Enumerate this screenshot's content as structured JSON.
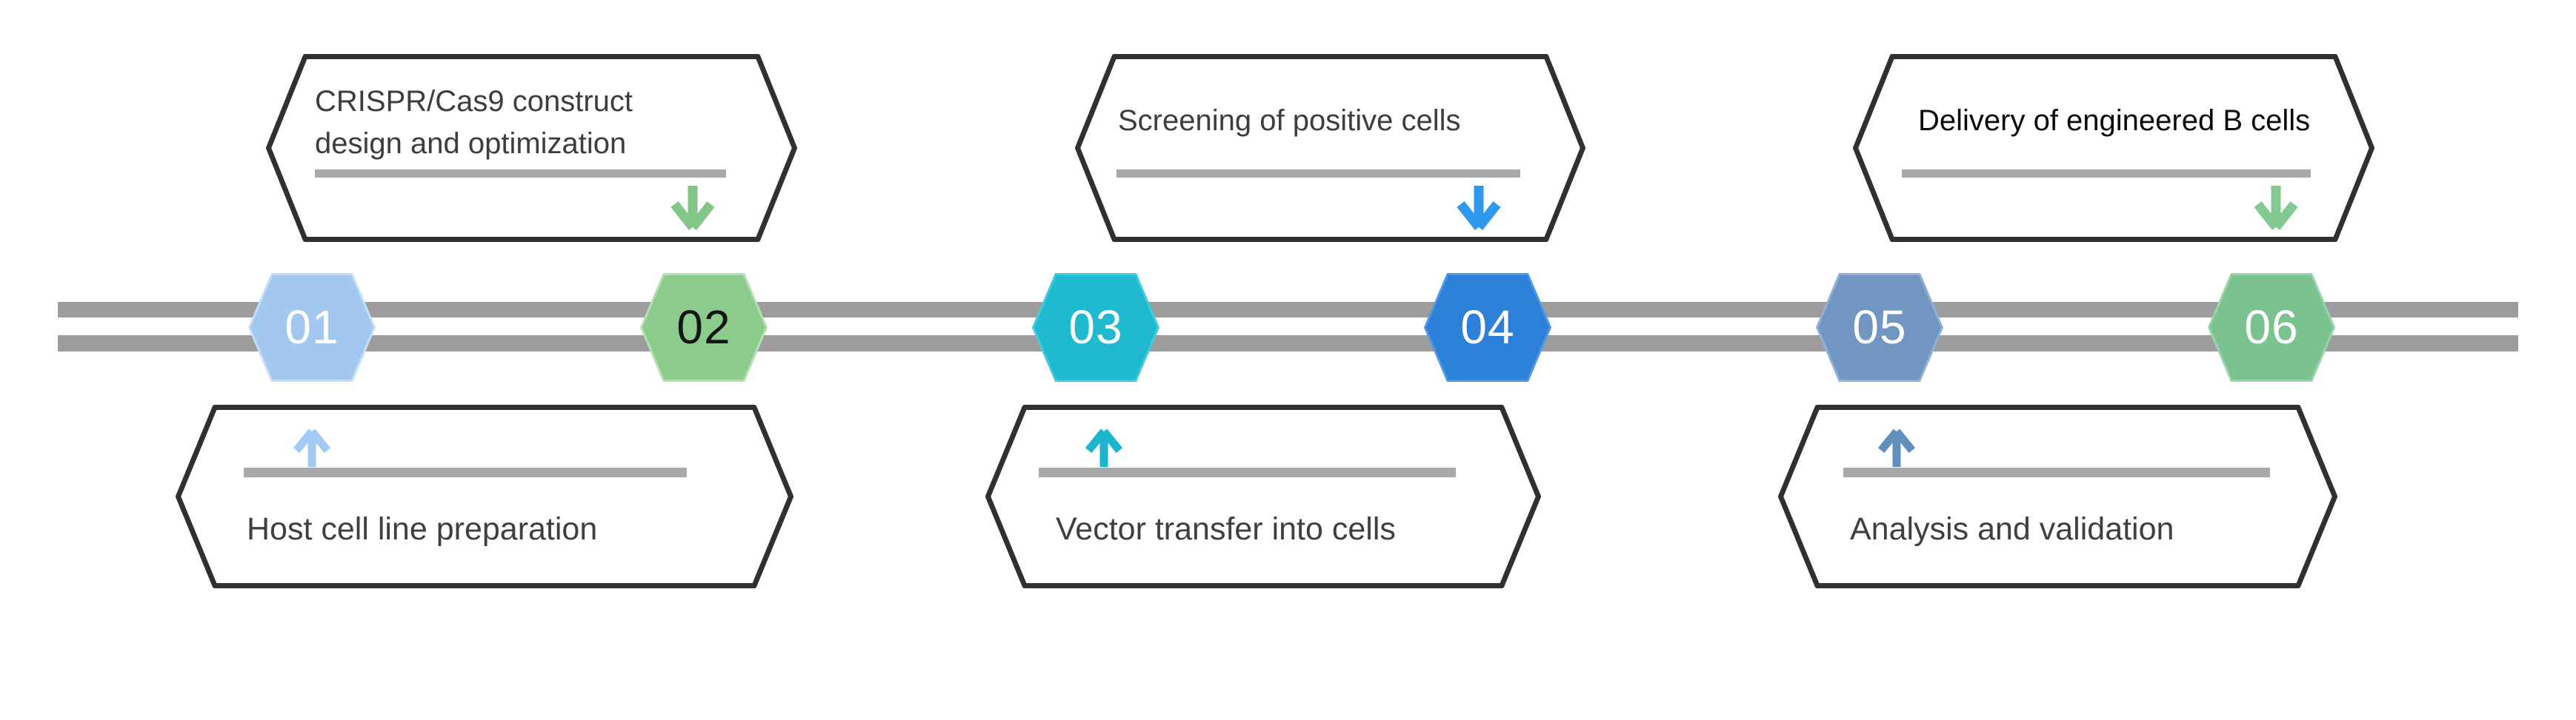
{
  "timeline": {
    "bar_color": "#9D9D9D"
  },
  "callout_style": {
    "outline_color": "#303030",
    "fill": "#FFFFFF",
    "rule_color": "#A9A9A9"
  },
  "nodes": [
    {
      "label": "01",
      "fill": "#A3C8F0",
      "border": "#C6DDF8",
      "text_color": "#FFFFFF"
    },
    {
      "label": "02",
      "fill": "#8BCB8B",
      "border": "#B7E0B2",
      "text_color": "#151515"
    },
    {
      "label": "03",
      "fill": "#1FBAD0",
      "border": "#45CBDD",
      "text_color": "#FFFFFF"
    },
    {
      "label": "04",
      "fill": "#2C80D8",
      "border": "#4D97E4",
      "text_color": "#FFFFFF"
    },
    {
      "label": "05",
      "fill": "#7096C1",
      "border": "#92B1D3",
      "text_color": "#FFFFFF"
    },
    {
      "label": "06",
      "fill": "#7BC291",
      "border": "#9AD3AC",
      "text_color": "#FFFFFF"
    }
  ],
  "callouts_top": [
    {
      "label": "CRISPR/Cas9 construct design and optimization",
      "arrow_icon": "down-arrow",
      "arrow_color": "#82C787",
      "text_color": "#3D3D3D",
      "points_to": "02"
    },
    {
      "label": "Screening of positive cells",
      "arrow_icon": "down-arrow",
      "arrow_color": "#2E9AEF",
      "text_color": "#3D3D3D",
      "points_to": "04"
    },
    {
      "label": "Delivery of engineered B cells",
      "arrow_icon": "down-arrow",
      "arrow_color": "#82CA92",
      "text_color": "#0A0A0A",
      "points_to": "06"
    }
  ],
  "callouts_bottom": [
    {
      "label": "Host cell line preparation",
      "arrow_icon": "up-arrow",
      "arrow_color": "#A2CBF4",
      "text_color": "#3F3F3F",
      "points_to": "01"
    },
    {
      "label": "Vector transfer into cells",
      "arrow_icon": "up-arrow",
      "arrow_color": "#1BB6CE",
      "text_color": "#3F3F3F",
      "points_to": "03"
    },
    {
      "label": "Analysis and validation",
      "arrow_icon": "up-arrow",
      "arrow_color": "#6290BE",
      "text_color": "#3F3F3F",
      "points_to": "05"
    }
  ]
}
